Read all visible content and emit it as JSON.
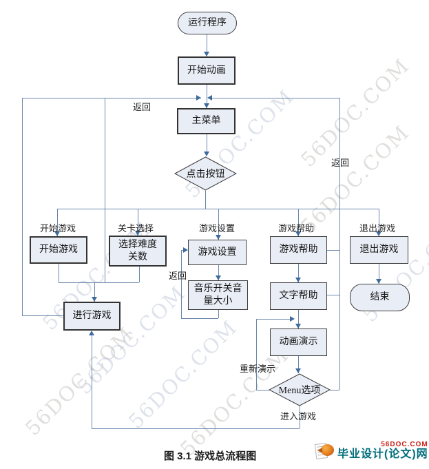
{
  "watermark": {
    "text": "56DOC.COM"
  },
  "nodes": {
    "run_program": "运行程序",
    "start_animation": "开始动画",
    "main_menu": "主菜单",
    "click_button": "点击按钮",
    "start_game_box": "开始游戏",
    "select_difficulty": "选择难度关数",
    "game_settings_box": "游戏设置",
    "game_help_box": "游戏帮助",
    "exit_game_box": "退出游戏",
    "play_game": "进行游戏",
    "music_volume": "音乐开关音量大小",
    "text_help": "文字帮助",
    "end": "结束",
    "animation_demo": "动画演示",
    "menu_option": "Menu选项"
  },
  "edge_labels": {
    "start_game": "开始游戏",
    "level_select": "关卡选择",
    "game_settings": "游戏设置",
    "game_help": "游戏帮助",
    "exit_game": "退出游戏",
    "return_left": "返回",
    "return_right": "返回",
    "return_settings": "返回",
    "replay": "重新演示",
    "enter_game": "进入游戏"
  },
  "caption": "图 3.1 游戏总流程图",
  "footer_logo": {
    "site": "56DOC.COM",
    "name": "毕业设计(论文)网"
  },
  "colors": {
    "line": "#6b87ac",
    "arrow": "#3f6a9c",
    "node_fill": "#e9eef6",
    "node_border": "#3c3c3c",
    "watermark_gray": "#c8c6c3",
    "watermark_blue": "#c4cbdb",
    "logo_red": "#cc2016",
    "logo_teal": "#006e7c"
  }
}
